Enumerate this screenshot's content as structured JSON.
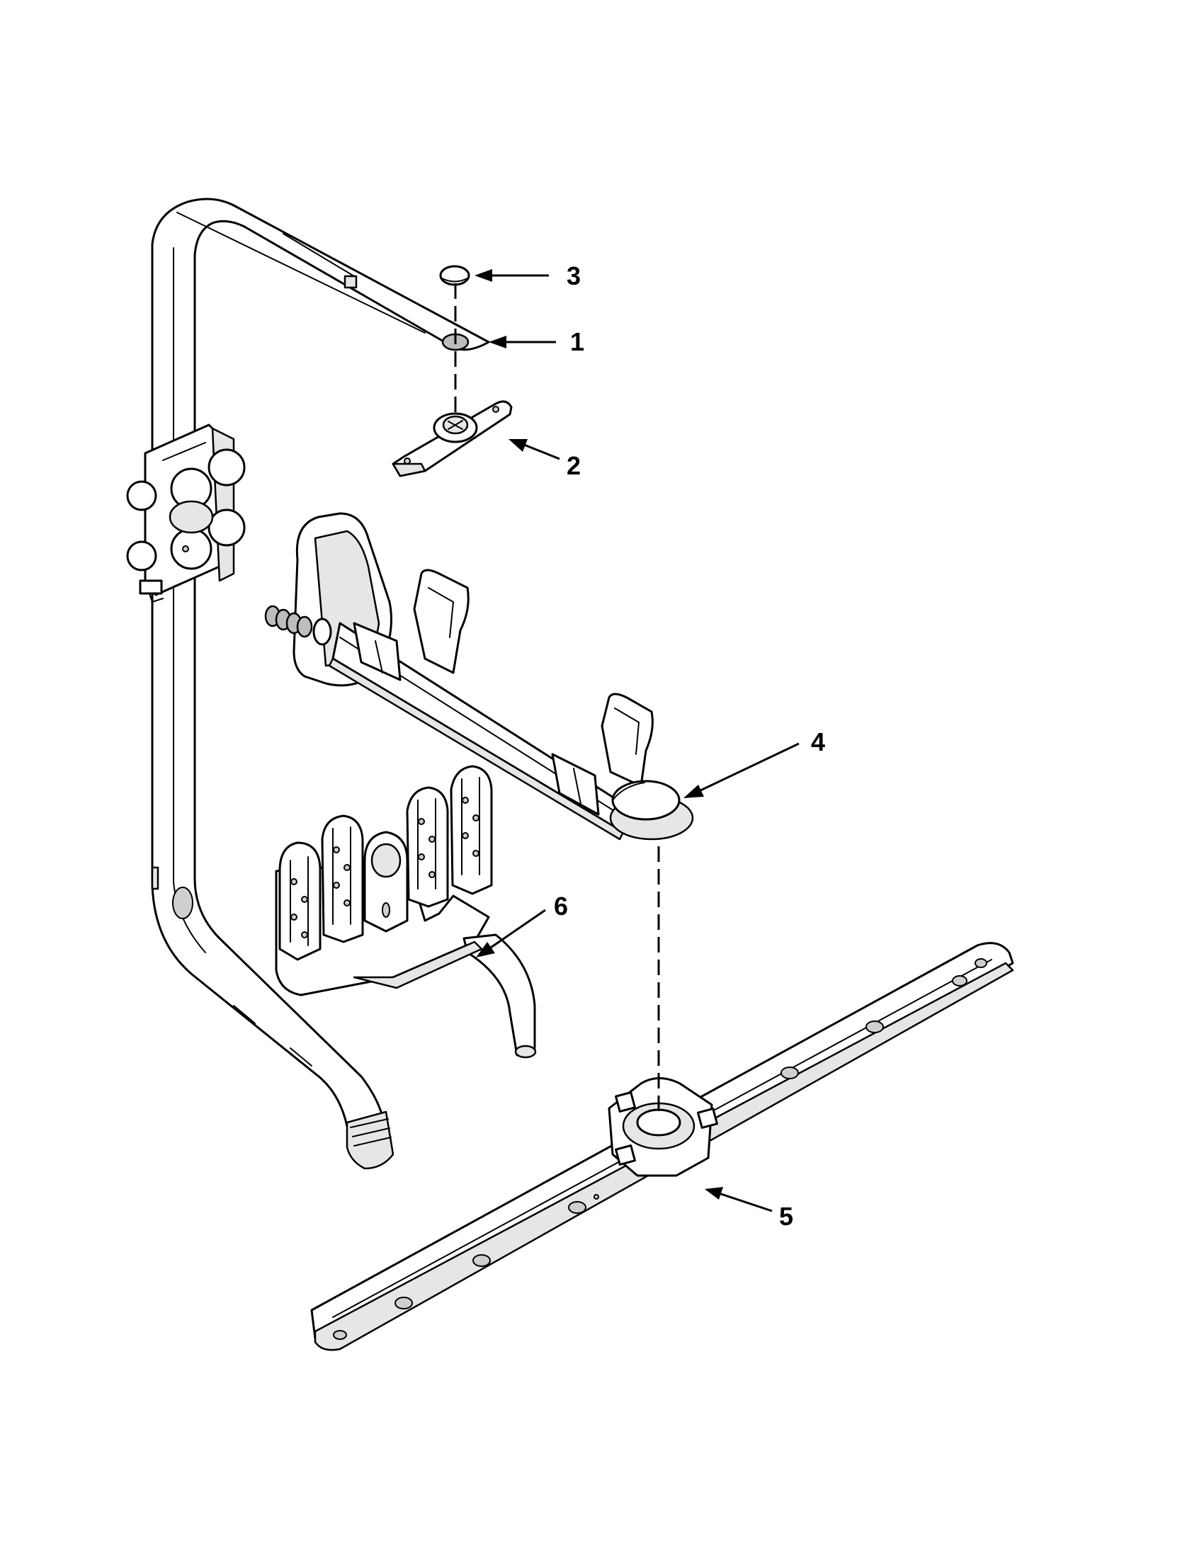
{
  "callouts": [
    {
      "id": "3",
      "label": "3"
    },
    {
      "id": "1",
      "label": "1"
    },
    {
      "id": "2",
      "label": "2"
    },
    {
      "id": "4",
      "label": "4"
    },
    {
      "id": "6",
      "label": "6"
    },
    {
      "id": "5",
      "label": "5"
    }
  ],
  "colors": {
    "line": "#000000",
    "fill": "#ffffff",
    "shade": "#e6e6e6",
    "dark": "#bdbdbd"
  }
}
